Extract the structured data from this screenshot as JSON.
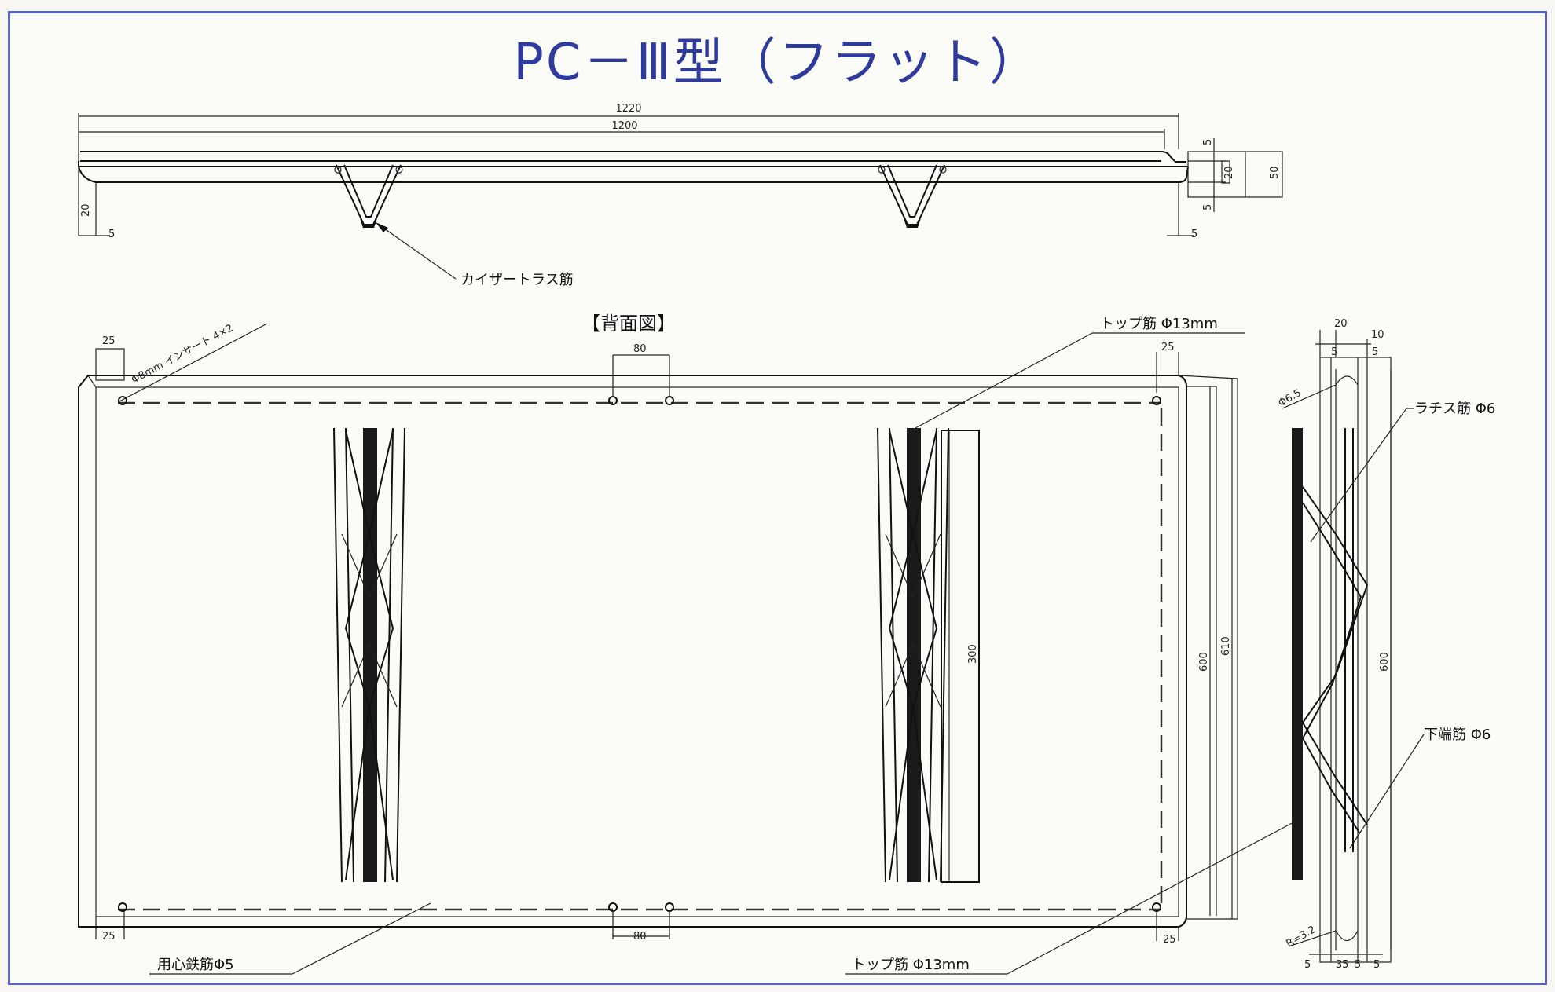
{
  "title": "PC－Ⅲ型（フラット）",
  "top_view": {
    "dim_outer": "1220",
    "dim_inner": "1200",
    "dim_left_h": "20",
    "dim_left_w": "5",
    "dim_right_w": "5",
    "dim_right_a": "5",
    "dim_right_b": "5",
    "dim_right_c": "20",
    "dim_right_d": "50"
  },
  "back_view": {
    "heading": "【背面図】",
    "dim_corner_tl": "25",
    "dim_corner_tr": "25",
    "dim_corner_bl": "25",
    "dim_corner_br": "25",
    "dim_top_gap": "80",
    "dim_bottom_gap": "80",
    "dim_inner_strip": "300",
    "dim_height_inner": "600",
    "dim_height_outer": "610",
    "insert_note": "Φ8mm インサート 4×2"
  },
  "side_view": {
    "dim_top_a": "20",
    "dim_top_b": "10",
    "dim_top_c": "5",
    "dim_top_d": "5",
    "dim_height": "600",
    "dim_hole_top": "Φ6.5",
    "dim_hole_bot": "R=3.2",
    "dim_bot_a": "5",
    "dim_bot_b": "35",
    "dim_bot_c": "5",
    "dim_bot_d": "5"
  },
  "labels": {
    "truss": "カイザートラス筋",
    "top_bar_1": "トップ筋 Φ13mm",
    "top_bar_2": "トップ筋 Φ13mm",
    "lattice": "ラチス筋 Φ6",
    "bottom_bar": "下端筋 Φ6",
    "core_bar": "用心鉄筋Φ5"
  }
}
